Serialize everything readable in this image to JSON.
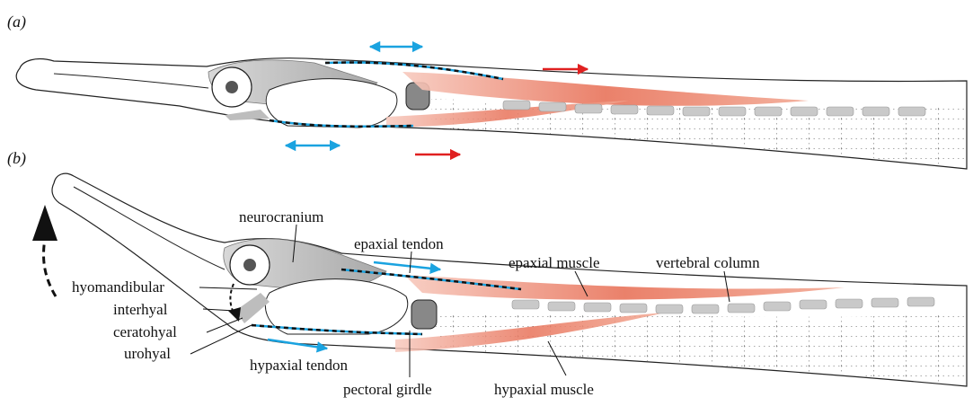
{
  "figure": {
    "panel_a": "(a)",
    "panel_b": "(b)",
    "labels": {
      "neurocranium": "neurocranium",
      "epaxial_tendon": "epaxial tendon",
      "epaxial_muscle": "epaxial muscle",
      "vertebral_column": "vertebral column",
      "hyomandibular": "hyomandibular",
      "interhyal": "interhyal",
      "ceratohyal": "ceratohyal",
      "urohyal": "urohyal",
      "hypaxial_tendon": "hypaxial tendon",
      "pectoral_girdle": "pectoral girdle",
      "hypaxial_muscle": "hypaxial muscle"
    },
    "colors": {
      "tendon_arrow": "#1aa3e0",
      "muscle_arrow": "#e02020",
      "muscle_fill": "#e8735a",
      "bone_fill": "#bdbdbd",
      "outline": "#222222"
    }
  }
}
